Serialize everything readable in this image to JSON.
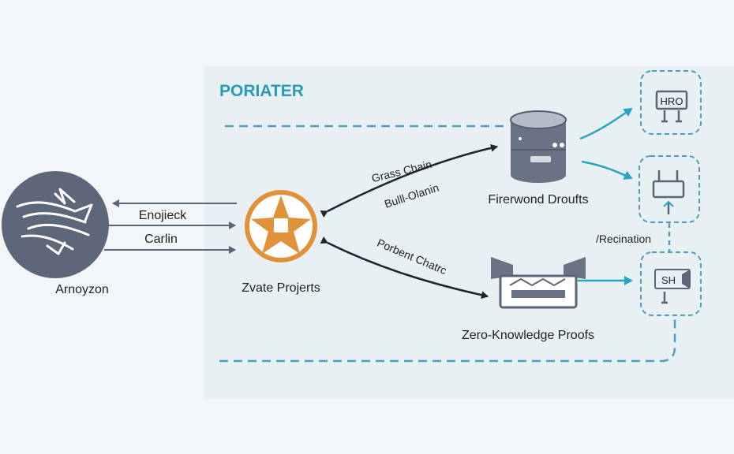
{
  "panel": {
    "title": "PORIATER"
  },
  "source": {
    "label": "Arnoyzon"
  },
  "left_arrows": {
    "top": "Enojieck",
    "middle": "Carlin"
  },
  "hub": {
    "label": "Zvate Projerts"
  },
  "upper_curve": {
    "line1": "Grass Chain",
    "line2": "Bulll-Olanin"
  },
  "lower_curve": {
    "label": "Porbent Chatrc"
  },
  "db_node": {
    "label": "Firerwond Droufts"
  },
  "zk_node": {
    "label": "Zero-Knowledge Proofs"
  },
  "side_label": "/Recination",
  "mini_boxes": {
    "top": "HRO",
    "bottom": "SH"
  },
  "colors": {
    "accent": "#2a9bb5",
    "teal_arrow": "#27a6c2",
    "slate": "#5a6578",
    "hub_orange": "#e0923a",
    "panel_bg": "#e9f0f3",
    "dashed": "#4f9dc2"
  }
}
